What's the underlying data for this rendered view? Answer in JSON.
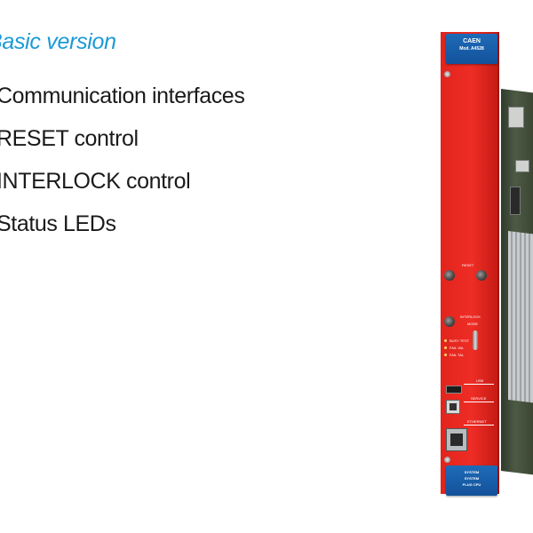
{
  "slide": {
    "title": "Basic version",
    "title_color": "#1a9ad6",
    "features": [
      "Communication interfaces",
      "RESET control",
      "INTERLOCK control",
      "Status LEDs"
    ]
  },
  "board": {
    "brand": "CAEN",
    "model": "Mod. A4528",
    "panel_color": "#e2241d",
    "handle_color": "#1e6bb8",
    "labels": {
      "reset": "RESET",
      "interlock": "INTERLOCK",
      "interlock_mode": "MODE",
      "usb": "USB",
      "service": "SERVICE",
      "ethernet": "ETHERNET"
    },
    "led_labels": [
      "BUSY TEST",
      "FAIL VAL",
      "FAIL TAL"
    ],
    "bottom_handle_lines": [
      "SYSTEM",
      "SYSTEM",
      "PLUG CPU"
    ]
  }
}
